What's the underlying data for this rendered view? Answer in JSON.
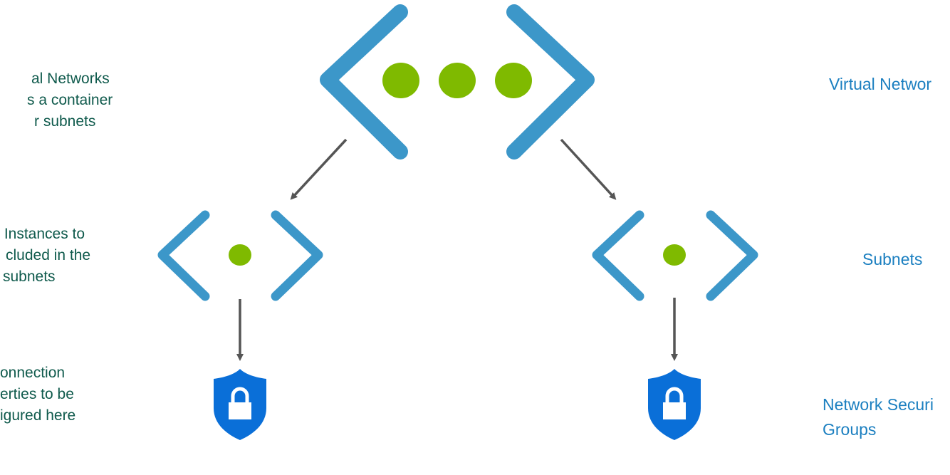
{
  "left_notes": [
    {
      "lines": [
        "al Networks",
        "s a container",
        "r subnets"
      ]
    },
    {
      "lines": [
        " Instances to",
        "cluded in the",
        "subnets"
      ]
    },
    {
      "lines": [
        "onnection",
        "erties to be",
        "igured here"
      ]
    }
  ],
  "right_labels": {
    "virtual_network": "Virtual Networ",
    "subnets": "Subnets",
    "nsg_line1": "Network Securi",
    "nsg_line2": "Groups"
  },
  "colors": {
    "chevron": "#3c97c9",
    "dot": "#7fba00",
    "arrow": "#555555",
    "divider": "#1a7fd0",
    "shield": "#0a6fd8",
    "note_text": "#0f5a4c",
    "label_text": "#1b7fc0"
  },
  "icons": [
    "virtual-network-icon",
    "subnet-icon",
    "subnet-icon",
    "network-security-group-shield-icon",
    "network-security-group-shield-icon"
  ]
}
